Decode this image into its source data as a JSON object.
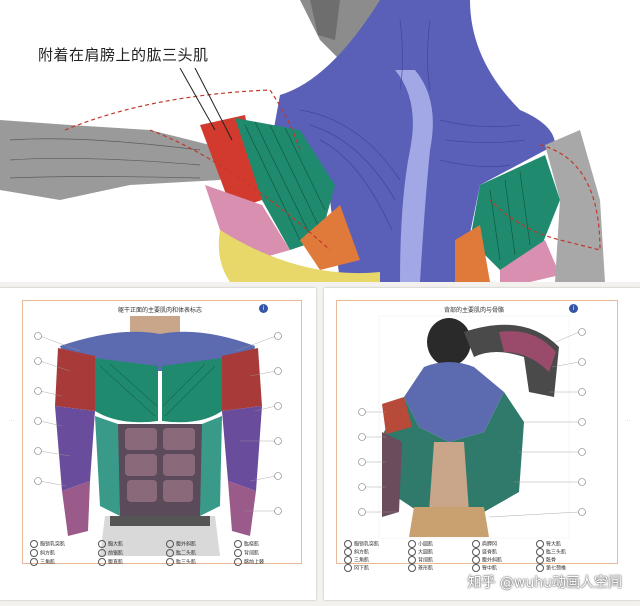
{
  "top": {
    "caption": "附着在肩膀上的肱三头肌"
  },
  "left_page": {
    "title": "躯干正面的主要肌肉和体表标志",
    "info": "i",
    "legend": [
      "胸锁乳突肌",
      "斜方肌",
      "三角肌",
      "胸大肌",
      "前锯肌",
      "腹直肌",
      "腹外斜肌",
      "肱二头肌",
      "肱三头肌",
      "肱桡肌",
      "背阔肌",
      "髂前上棘"
    ]
  },
  "right_page": {
    "title": "背部的主要肌肉与骨骼",
    "info": "i",
    "legend": [
      "胸锁乳突肌",
      "斜方肌",
      "三角肌",
      "冈下肌",
      "小圆肌",
      "大圆肌",
      "背阔肌",
      "菱形肌",
      "肩胛冈",
      "竖脊肌",
      "腹外斜肌",
      "臀中肌",
      "臀大肌",
      "肱三头肌",
      "骶骨",
      "第七颈椎"
    ]
  },
  "watermark": "知乎 @wuhu动画人空间",
  "colors": {
    "trapezius": "#5a5fb8",
    "deltoid_green": "#1f8a6e",
    "triceps_red": "#d23a2e",
    "oblique_orange": "#e07a3a",
    "pink": "#d98fb0",
    "yellow": "#e8d86a",
    "frame": "#e8b99a"
  }
}
